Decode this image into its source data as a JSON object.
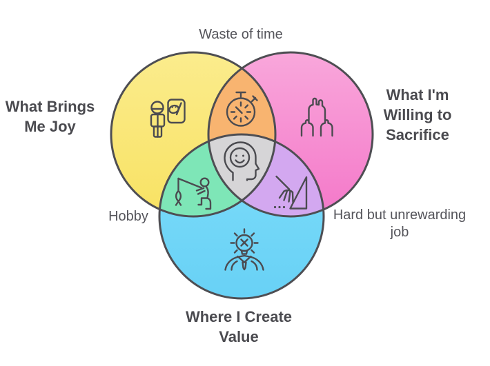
{
  "colors": {
    "background": "#ffffff",
    "circle-outline": "#4e4e53",
    "icon-stroke": "#4b4b50",
    "title-text": "#4a4a4f",
    "label-text": "#55555b",
    "joy-top": "#fbec8d",
    "joy-bottom": "#f8e263",
    "sacrifice-top": "#f9a7db",
    "sacrifice-bottom": "#f478c9",
    "value-top": "#7eddf9",
    "value-bottom": "#68d1f6",
    "waste-fill": "#f8b470",
    "hobby-fill": "#7ee6b7",
    "hard-fill": "#d3a8f0",
    "center-fill": "#d6d5d7"
  },
  "venn": {
    "type": "venn-3",
    "sets": [
      {
        "name": "joy",
        "lines": [
          "What Brings",
          "Me Joy"
        ],
        "icon": "painting-artist-icon",
        "color_region": "yellow"
      },
      {
        "name": "sacrifice",
        "lines": [
          "What I'm",
          "Willing to",
          "Sacrifice"
        ],
        "icon": "raised-fists-icon",
        "color_region": "pink"
      },
      {
        "name": "value",
        "lines": [
          "Where I Create",
          "Value"
        ],
        "icon": "idea-person-icon",
        "color_region": "blue"
      }
    ],
    "overlaps": [
      {
        "name": "joy-sacrifice",
        "label": "Waste of time",
        "icon": "stopwatch-icon",
        "color_region": "orange"
      },
      {
        "name": "joy-value",
        "label": "Hobby",
        "icon": "fishing-icon",
        "color_region": "green"
      },
      {
        "name": "sacrifice-value",
        "lines": [
          "Hard but unrewarding",
          "job"
        ],
        "icon": "sweeping-broom-icon",
        "color_region": "purple"
      },
      {
        "name": "joy-sacrifice-value",
        "label": "",
        "icon": "mind-smiley-icon",
        "color_region": "gray"
      }
    ]
  }
}
